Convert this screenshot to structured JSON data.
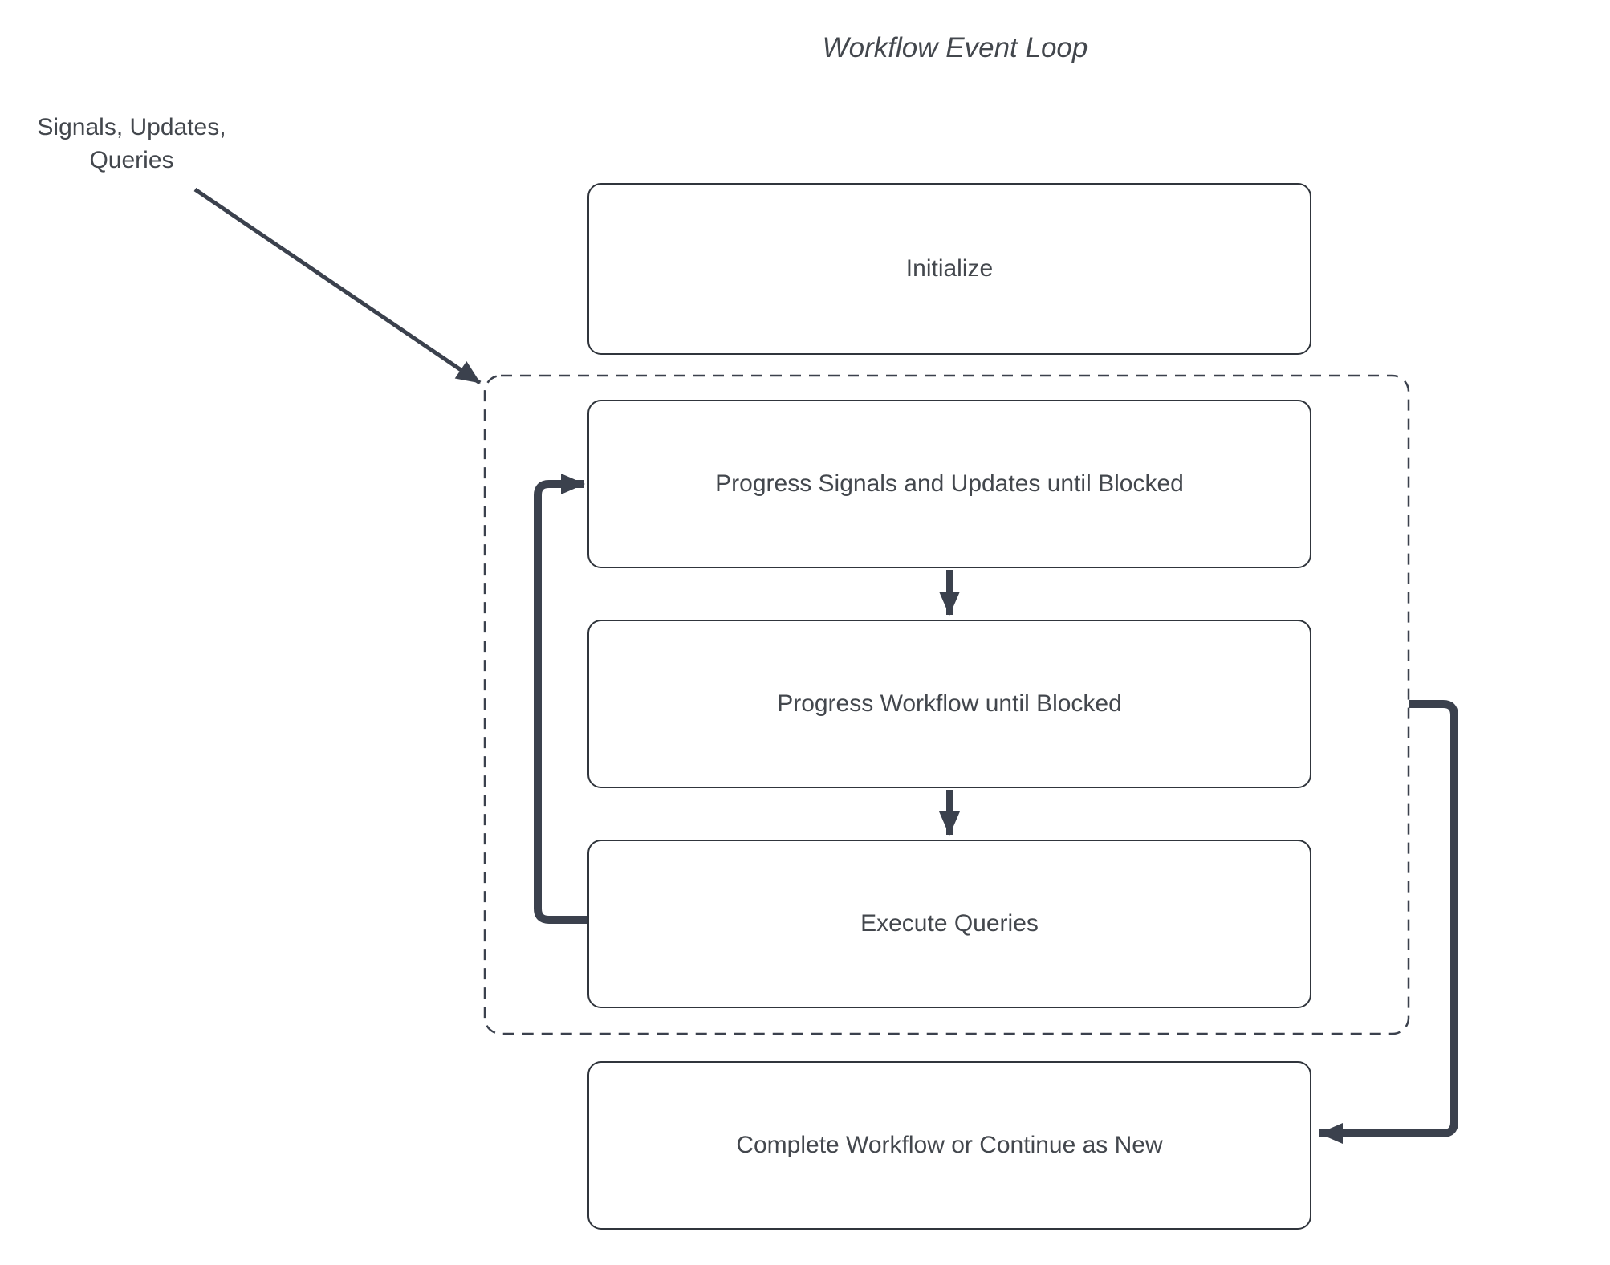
{
  "diagram": {
    "title": "Workflow Event Loop",
    "external_input": {
      "line1": "Signals, Updates,",
      "line2": "Queries"
    },
    "nodes": [
      {
        "id": "initialize",
        "label": "Initialize"
      },
      {
        "id": "progress-signals",
        "label": "Progress Signals and Updates until Blocked"
      },
      {
        "id": "progress-workflow",
        "label": "Progress Workflow until Blocked"
      },
      {
        "id": "execute-queries",
        "label": "Execute Queries"
      },
      {
        "id": "complete",
        "label": "Complete Workflow or Continue as New"
      }
    ],
    "colors": {
      "line_color": "#3b414d",
      "box_border_color": "#30353c",
      "text_color": "#43474d",
      "background_color": "#ffffff"
    }
  }
}
